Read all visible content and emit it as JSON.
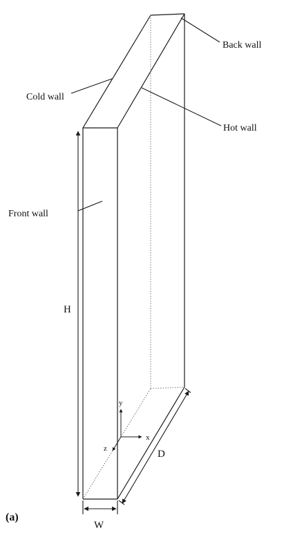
{
  "labels": {
    "back_wall": "Back wall",
    "cold_wall": "Cold wall",
    "hot_wall": "Hot wall",
    "front_wall": "Front wall"
  },
  "dimensions": {
    "height": "H",
    "width": "W",
    "depth": "D"
  },
  "axes": {
    "x": "x",
    "y": "y",
    "z": "z"
  },
  "figure_label": "(a)",
  "colors": {
    "line": "#1a1a1a",
    "background": "#ffffff"
  }
}
